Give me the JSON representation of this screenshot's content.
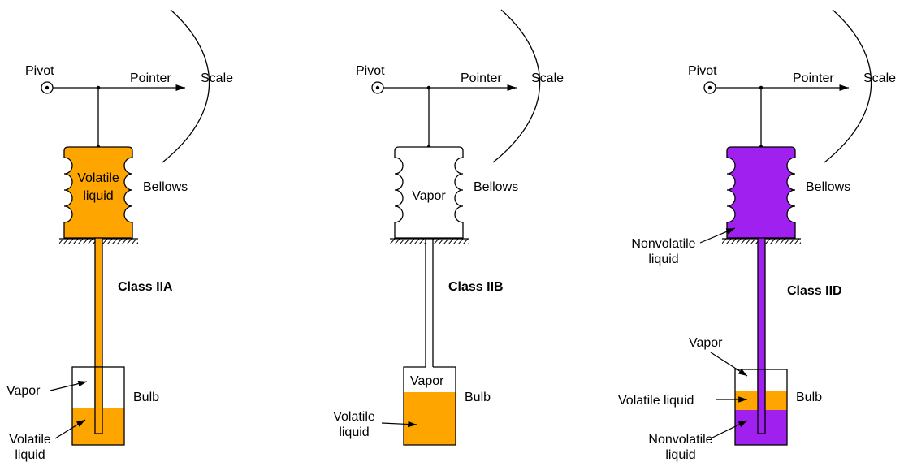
{
  "colors": {
    "volatile_liquid": "#ffa500",
    "nonvolatile_liquid": "#a020f0",
    "vapor": "#ffffff",
    "line": "#000000"
  },
  "diagrams": [
    {
      "class_label": "Class IIA",
      "pivot": "Pivot",
      "pointer": "Pointer",
      "scale": "Scale",
      "bellows": "Bellows",
      "bellows_contents": [
        "Volatile",
        "liquid"
      ],
      "bulb": "Bulb",
      "vapor": "Vapor",
      "liquid": [
        "Volatile",
        "liquid"
      ]
    },
    {
      "class_label": "Class IIB",
      "pivot": "Pivot",
      "pointer": "Pointer",
      "scale": "Scale",
      "bellows": "Bellows",
      "bellows_contents": "Vapor",
      "bulb": "Bulb",
      "vapor": "Vapor",
      "liquid": [
        "Volatile",
        "liquid"
      ]
    },
    {
      "class_label": "Class IID",
      "pivot": "Pivot",
      "pointer": "Pointer",
      "scale": "Scale",
      "bellows": "Bellows",
      "bellows_contents": [
        "Nonvolatile",
        "liquid"
      ],
      "bulb": "Bulb",
      "vapor": "Vapor",
      "volatile_liquid": "Volatile liquid",
      "nonvolatile_liquid": [
        "Nonvolatile",
        "liquid"
      ]
    }
  ]
}
